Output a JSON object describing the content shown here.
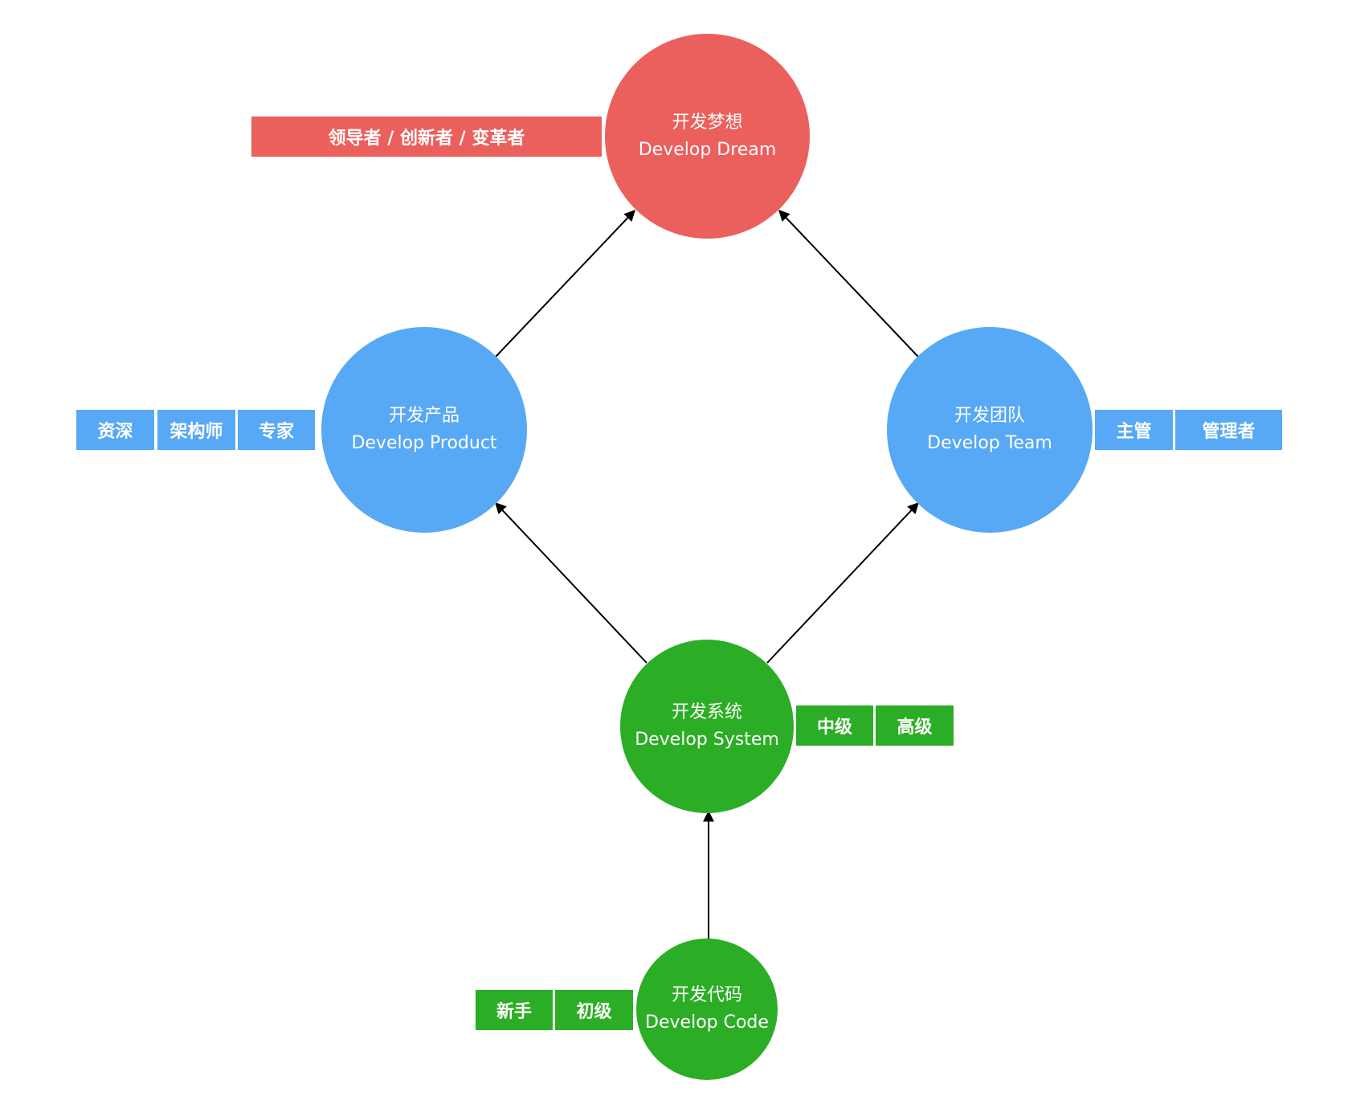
{
  "colors": {
    "red": "#eb5f5c",
    "blue": "#57a8f5",
    "green": "#2bae25",
    "arrow": "#000000"
  },
  "nodes": {
    "dream": {
      "cn": "开发梦想",
      "en": "Develop Dream"
    },
    "product": {
      "cn": "开发产品",
      "en": "Develop Product"
    },
    "team": {
      "cn": "开发团队",
      "en": "Develop Team"
    },
    "system": {
      "cn": "开发系统",
      "en": "Develop System"
    },
    "code": {
      "cn": "开发代码",
      "en": "Develop Code"
    }
  },
  "tags": {
    "dream": [
      "领导者 / 创新者 / 变革者"
    ],
    "product": [
      "资深",
      "架构师",
      "专家"
    ],
    "team": [
      "主管",
      "管理者"
    ],
    "system": [
      "中级",
      "高级"
    ],
    "code": [
      "新手",
      "初级"
    ]
  },
  "edges": [
    {
      "from": "code",
      "to": "system"
    },
    {
      "from": "system",
      "to": "product"
    },
    {
      "from": "system",
      "to": "team"
    },
    {
      "from": "product",
      "to": "dream"
    },
    {
      "from": "team",
      "to": "dream"
    }
  ]
}
